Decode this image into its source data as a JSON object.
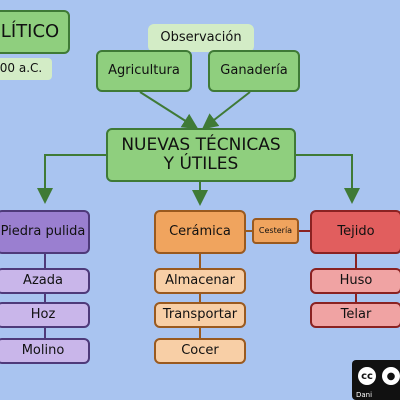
{
  "title": {
    "main": "LÍTICO",
    "date": "00 a.C."
  },
  "top": {
    "observacion": "Observación",
    "agricultura": "Agricultura",
    "ganaderia": "Ganadería"
  },
  "center": "NUEVAS TÉCNICAS Y ÚTILES",
  "branches": {
    "piedra": {
      "label": "Piedra pulida",
      "items": [
        "Azada",
        "Hoz",
        "Molino"
      ]
    },
    "ceramica": {
      "label": "Cerámica",
      "items": [
        "Almacenar",
        "Transportar",
        "Cocer"
      ]
    },
    "cesteria": "Cestería",
    "tejido": {
      "label": "Tejido",
      "items": [
        "Huso",
        "Telar"
      ]
    }
  },
  "license": {
    "badge": "cc",
    "author": "Dani"
  },
  "colors": {
    "background": "#a9c4f0",
    "green": "#8fcf7e",
    "purple": "#9a7fd0",
    "orange": "#f0a45e",
    "red": "#e15e5e",
    "arrow": "#3f7a36"
  }
}
